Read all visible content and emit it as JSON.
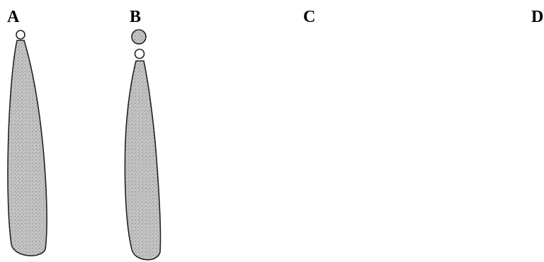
{
  "panels": [
    {
      "label": "A"
    },
    {
      "label": "B"
    },
    {
      "label": "C"
    },
    {
      "label": "D"
    }
  ],
  "colors": {
    "cell_fill": "#c9c9c9",
    "cell_outline": "#222222",
    "stipple": "#7a7a7a",
    "background": "#ffffff",
    "text": "#000000"
  }
}
